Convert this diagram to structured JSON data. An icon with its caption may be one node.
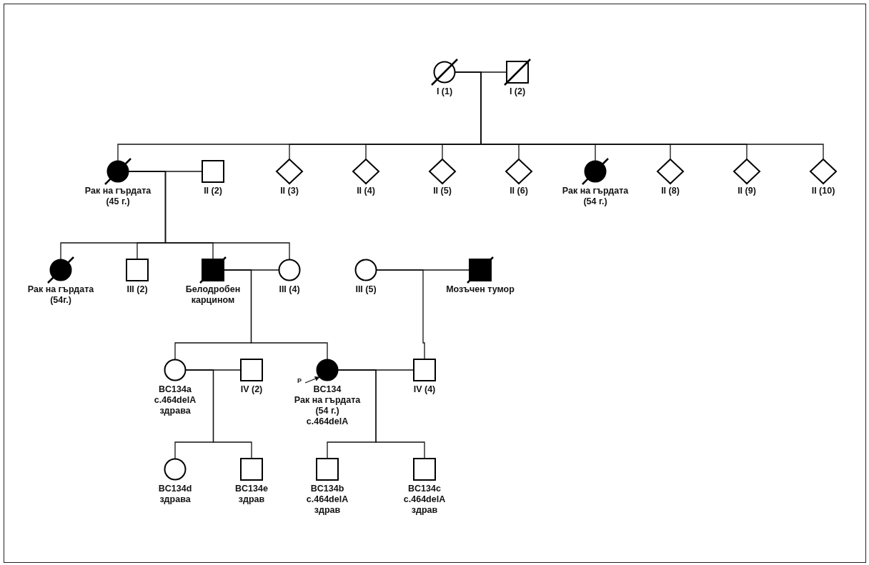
{
  "diagram": {
    "nodes": [
      {
        "text": [
          "I (1)"
        ]
      },
      {
        "text": [
          "I (2)"
        ]
      },
      {
        "text": [
          "Рак на гърдата (45 г.)"
        ]
      },
      {
        "text": [
          "II (2)"
        ]
      },
      {
        "text": [
          "II (3)"
        ]
      },
      {
        "text": [
          "II (4)"
        ]
      },
      {
        "text": [
          "II (5)"
        ]
      },
      {
        "text": [
          "II (6)"
        ]
      },
      {
        "text": [
          "Рак на гърдата (54 г.)"
        ]
      },
      {
        "text": [
          "II (8)"
        ]
      },
      {
        "text": [
          "II (9)"
        ]
      },
      {
        "text": [
          "II (10)"
        ]
      },
      {
        "text": [
          "Рак на гърдата (54г.)"
        ]
      },
      {
        "text": [
          "III (2)"
        ]
      },
      {
        "text": [
          "Белодробен карцином"
        ]
      },
      {
        "text": [
          "III (4)"
        ]
      },
      {
        "text": [
          "III (5)"
        ]
      },
      {
        "text": [
          "Мозъчен тумор"
        ]
      },
      {
        "text": [
          "BC134a",
          "c.464delA",
          "здрава"
        ]
      },
      {
        "text": [
          "IV (2)"
        ]
      },
      {
        "text": [
          "P"
        ]
      },
      {
        "text": [
          "BC134",
          "Рак на гърдата (54 г.)",
          "c.464delA"
        ]
      },
      {
        "text": [
          "IV (4)"
        ]
      },
      {
        "text": [
          "BC134d",
          "здрава"
        ]
      },
      {
        "text": [
          "BC134e",
          "здрав"
        ]
      },
      {
        "text": [
          "BC134b",
          "c.464delA",
          "здрав"
        ]
      },
      {
        "text": [
          "BC134c",
          "c.464delA",
          "здрав"
        ]
      }
    ],
    "edges": [
      {
        "from": 0,
        "to": 1,
        "arrow": "none"
      },
      {
        "from": 0,
        "to": 2,
        "arrow": "none"
      },
      {
        "from": 0,
        "to": 4,
        "arrow": "none"
      },
      {
        "from": 0,
        "to": 5,
        "arrow": "none"
      },
      {
        "from": 0,
        "to": 6,
        "arrow": "none"
      },
      {
        "from": 0,
        "to": 7,
        "arrow": "none"
      },
      {
        "from": 0,
        "to": 8,
        "arrow": "none"
      },
      {
        "from": 0,
        "to": 9,
        "arrow": "none"
      },
      {
        "from": 0,
        "to": 10,
        "arrow": "none"
      },
      {
        "from": 0,
        "to": 11,
        "arrow": "none"
      },
      {
        "from": 2,
        "to": 3,
        "arrow": "none"
      },
      {
        "from": 2,
        "to": 12,
        "arrow": "none"
      },
      {
        "from": 2,
        "to": 13,
        "arrow": "none"
      },
      {
        "from": 2,
        "to": 14,
        "arrow": "none"
      },
      {
        "from": 2,
        "to": 15,
        "arrow": "none"
      },
      {
        "from": 14,
        "to": 15,
        "arrow": "none"
      },
      {
        "from": 16,
        "to": 17,
        "arrow": "none"
      },
      {
        "from": 14,
        "to": 18,
        "arrow": "none"
      },
      {
        "from": 14,
        "to": 21,
        "arrow": "none"
      },
      {
        "from": 16,
        "to": 22,
        "arrow": "none"
      },
      {
        "from": 18,
        "to": 19,
        "arrow": "none"
      },
      {
        "from": 21,
        "to": 22,
        "arrow": "none"
      },
      {
        "from": 18,
        "to": 23,
        "arrow": "none"
      },
      {
        "from": 18,
        "to": 24,
        "arrow": "none"
      },
      {
        "from": 21,
        "to": 25,
        "arrow": "none"
      },
      {
        "from": 21,
        "to": 26,
        "arrow": "none"
      },
      {
        "from": 20,
        "to": 21,
        "arrow": "to"
      }
    ]
  }
}
